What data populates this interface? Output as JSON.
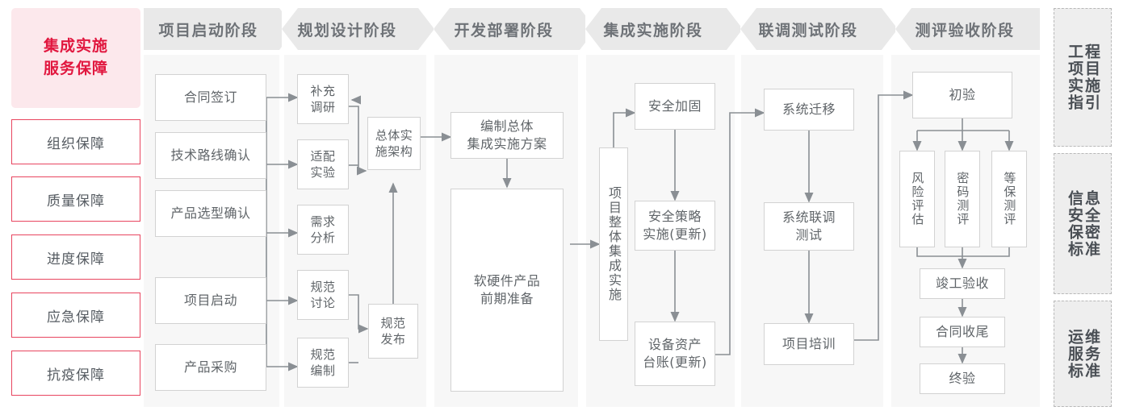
{
  "left_panel": {
    "title": "集成实施\n服务保障",
    "title_line1": "集成实施",
    "title_line2": "服务保障",
    "items": [
      {
        "label": "组织保障"
      },
      {
        "label": "质量保障"
      },
      {
        "label": "进度保障"
      },
      {
        "label": "应急保障"
      },
      {
        "label": "抗疫保障"
      }
    ],
    "accent_color": "#e1173f",
    "accent_bg": "#fce8ec",
    "border_color": "#e8455f"
  },
  "phases": [
    {
      "id": "startup",
      "title": "项目启动阶段",
      "nodes": [
        {
          "label": "合同签订"
        },
        {
          "label": "技术路线确认"
        },
        {
          "label": "产品选型确认"
        },
        {
          "label": "项目启动"
        },
        {
          "label": "产品采购"
        }
      ]
    },
    {
      "id": "planning",
      "title": "规划设计阶段",
      "nodes": [
        {
          "label": "补充\n调研",
          "l1": "补充",
          "l2": "调研"
        },
        {
          "label": "适配\n实验",
          "l1": "适配",
          "l2": "实验"
        },
        {
          "label": "需求\n分析",
          "l1": "需求",
          "l2": "分析"
        },
        {
          "label": "规范\n讨论",
          "l1": "规范",
          "l2": "讨论"
        },
        {
          "label": "规范\n编制",
          "l1": "规范",
          "l2": "编制"
        },
        {
          "label": "总体实\n施架构",
          "l1": "总体实",
          "l2": "施架构"
        },
        {
          "label": "规范\n发布",
          "l1": "规范",
          "l2": "发布"
        }
      ]
    },
    {
      "id": "develop",
      "title": "开发部署阶段",
      "nodes": [
        {
          "label": "编制总体\n集成实施方案",
          "l1": "编制总体",
          "l2": "集成实施方案"
        },
        {
          "label": "软硬件产品\n前期准备",
          "l1": "软硬件产品",
          "l2": "前期准备"
        }
      ]
    },
    {
      "id": "integration",
      "title": "集成实施阶段",
      "nodes": [
        {
          "label": "项目整体集成实施"
        },
        {
          "label": "安全加固"
        },
        {
          "label": "安全策略\n实施(更新)",
          "l1": "安全策略",
          "l2": "实施(更新)"
        },
        {
          "label": "设备资产\n台账(更新)",
          "l1": "设备资产",
          "l2": "台账(更新)"
        }
      ]
    },
    {
      "id": "jointtest",
      "title": "联调测试阶段",
      "nodes": [
        {
          "label": "系统迁移"
        },
        {
          "label": "系统联调\n测试",
          "l1": "系统联调",
          "l2": "测试"
        },
        {
          "label": "项目培训"
        }
      ]
    },
    {
      "id": "acceptance",
      "title": "测评验收阶段",
      "nodes": [
        {
          "label": "初验"
        },
        {
          "label": "风险评估"
        },
        {
          "label": "密码测评"
        },
        {
          "label": "等保测评"
        },
        {
          "label": "竣工验收"
        },
        {
          "label": "合同收尾"
        },
        {
          "label": "终验"
        }
      ]
    }
  ],
  "standards": [
    {
      "id": "engineering",
      "col_right": "程目施引",
      "col_left": "工项实指",
      "full": "工程项目实施指引"
    },
    {
      "id": "security",
      "col_right": "息全密准",
      "col_left": "信安保标",
      "full": "信息安全保密标准"
    },
    {
      "id": "ops",
      "col_right": "维务准",
      "col_left": "运服标",
      "full": "运维服务标准"
    }
  ],
  "colors": {
    "panel_bg": "#f7f7f7",
    "header_bg": "#e9e9e9",
    "header_text": "#6e7277",
    "node_border": "#d2d2d2",
    "node_text": "#606569",
    "wire": "#8a8f94",
    "std_bg": "#eeeeee",
    "std_border": "#b8b8b8"
  }
}
